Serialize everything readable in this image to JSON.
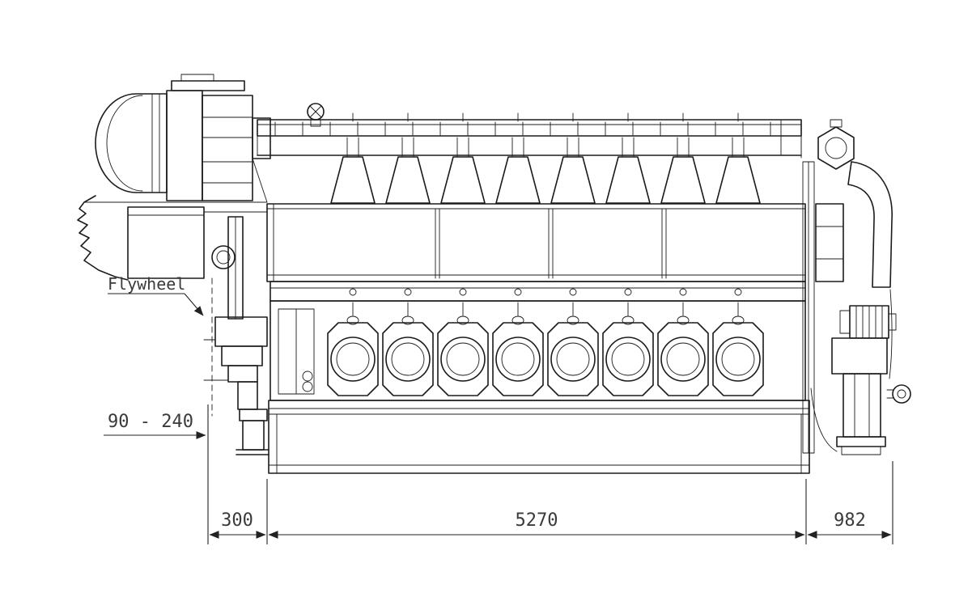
{
  "drawing": {
    "type": "technical-drawing",
    "view": "engine side elevation",
    "cylinder_count": 8,
    "component_labels": {
      "flywheel": "Flywheel"
    },
    "dimensions": {
      "flywheel_range": "90 - 240",
      "flywheel_overhang": "300",
      "engine_length": "5270",
      "turbocharger_end": "982"
    },
    "line_color": "#1b1b1b",
    "text_color": "#3a3a3a",
    "background": "#ffffff"
  }
}
